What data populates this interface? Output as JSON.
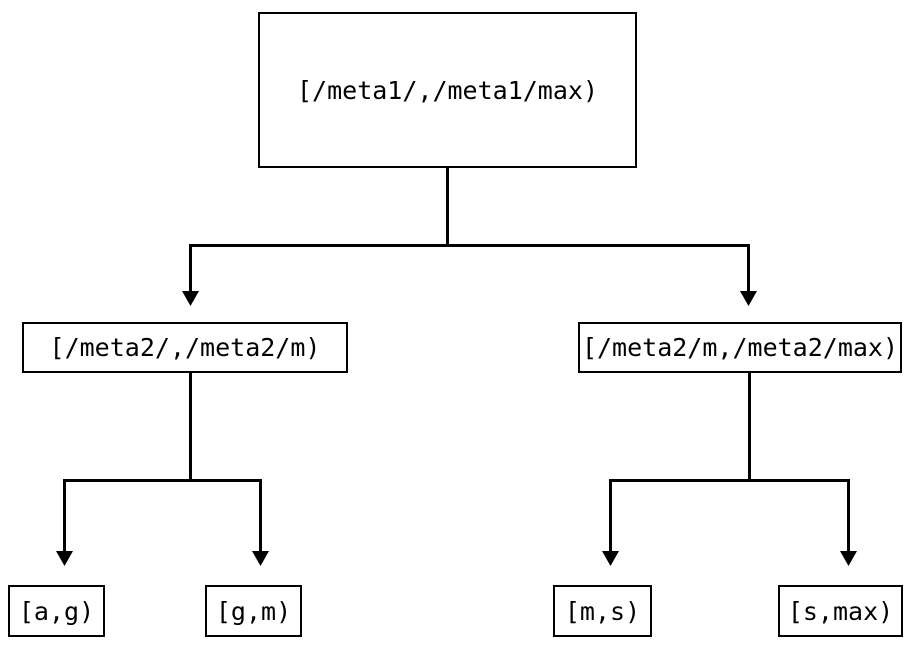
{
  "diagram": {
    "type": "tree",
    "title": "",
    "orientation": "top-down",
    "colors": {
      "background": "#ffffff",
      "box_border": "#000000",
      "box_fill": "#ffffff",
      "edge": "#000000",
      "text": "#000000"
    },
    "levels": [
      {
        "name": "root",
        "nodes": [
          {
            "id": "meta1",
            "label": "[/meta1/,/meta1/max)"
          }
        ]
      },
      {
        "name": "middle",
        "nodes": [
          {
            "id": "meta2-left",
            "label": "[/meta2/,/meta2/m)"
          },
          {
            "id": "meta2-right",
            "label": "[/meta2/m,/meta2/max)"
          }
        ]
      },
      {
        "name": "leaves",
        "nodes": [
          {
            "id": "leaf-ag",
            "label": "[a,g)"
          },
          {
            "id": "leaf-gm",
            "label": "[g,m)"
          },
          {
            "id": "leaf-ms",
            "label": "[m,s)"
          },
          {
            "id": "leaf-smax",
            "label": "[s,max)"
          }
        ]
      }
    ],
    "edges": [
      {
        "from": "meta1",
        "to": "meta2-left",
        "arrow": "triangle"
      },
      {
        "from": "meta1",
        "to": "meta2-right",
        "arrow": "triangle"
      },
      {
        "from": "meta2-left",
        "to": "leaf-ag",
        "arrow": "triangle"
      },
      {
        "from": "meta2-left",
        "to": "leaf-gm",
        "arrow": "triangle"
      },
      {
        "from": "meta2-right",
        "to": "leaf-ms",
        "arrow": "triangle"
      },
      {
        "from": "meta2-right",
        "to": "leaf-smax",
        "arrow": "triangle"
      }
    ]
  }
}
